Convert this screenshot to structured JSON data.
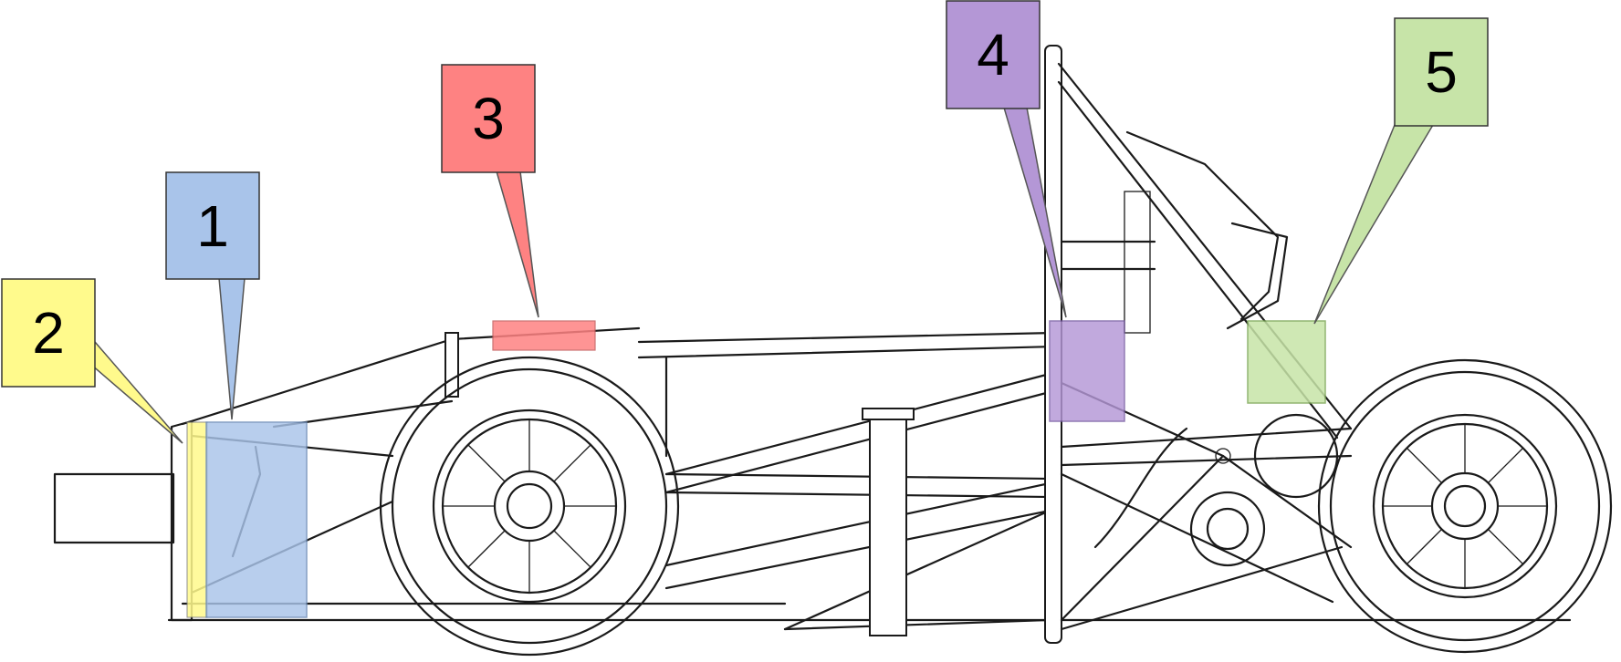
{
  "callouts": [
    {
      "id": "1",
      "label": "1",
      "color": "#a9c4ea"
    },
    {
      "id": "2",
      "label": "2",
      "color": "#fffa8c"
    },
    {
      "id": "3",
      "label": "3",
      "color": "#fe8282"
    },
    {
      "id": "4",
      "label": "4",
      "color": "#b497d6"
    },
    {
      "id": "5",
      "label": "5",
      "color": "#c7e4a8"
    }
  ],
  "colors": {
    "outline": "#1a1a1a",
    "background": "#ffffff"
  }
}
